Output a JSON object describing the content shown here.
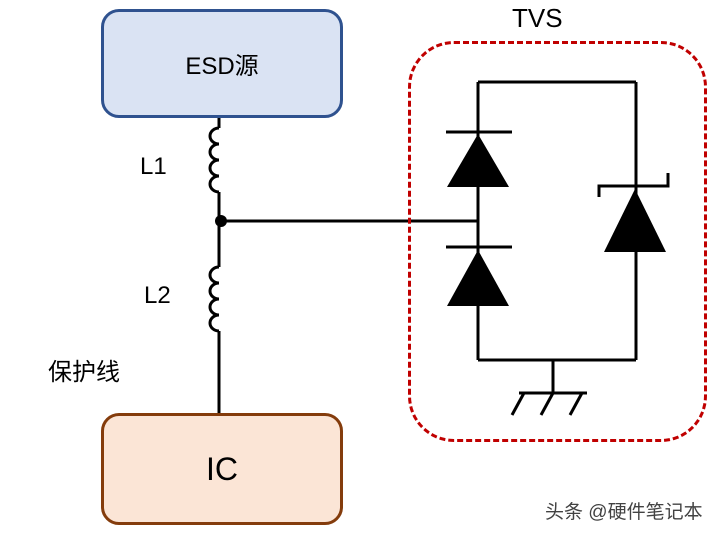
{
  "blocks": {
    "esd_source": "ESD源",
    "ic": "IC",
    "tvs": "TVS"
  },
  "inductors": {
    "l1": "L1",
    "l2": "L2"
  },
  "protection_line_label": "保护线",
  "watermark": "头条 @硬件笔记本",
  "colors": {
    "esd_fill": "#dae3f3",
    "esd_border": "#2f528f",
    "ic_fill": "#fbe5d6",
    "ic_border": "#843c0c",
    "tvs_border": "#c00000",
    "wire": "#000000"
  }
}
